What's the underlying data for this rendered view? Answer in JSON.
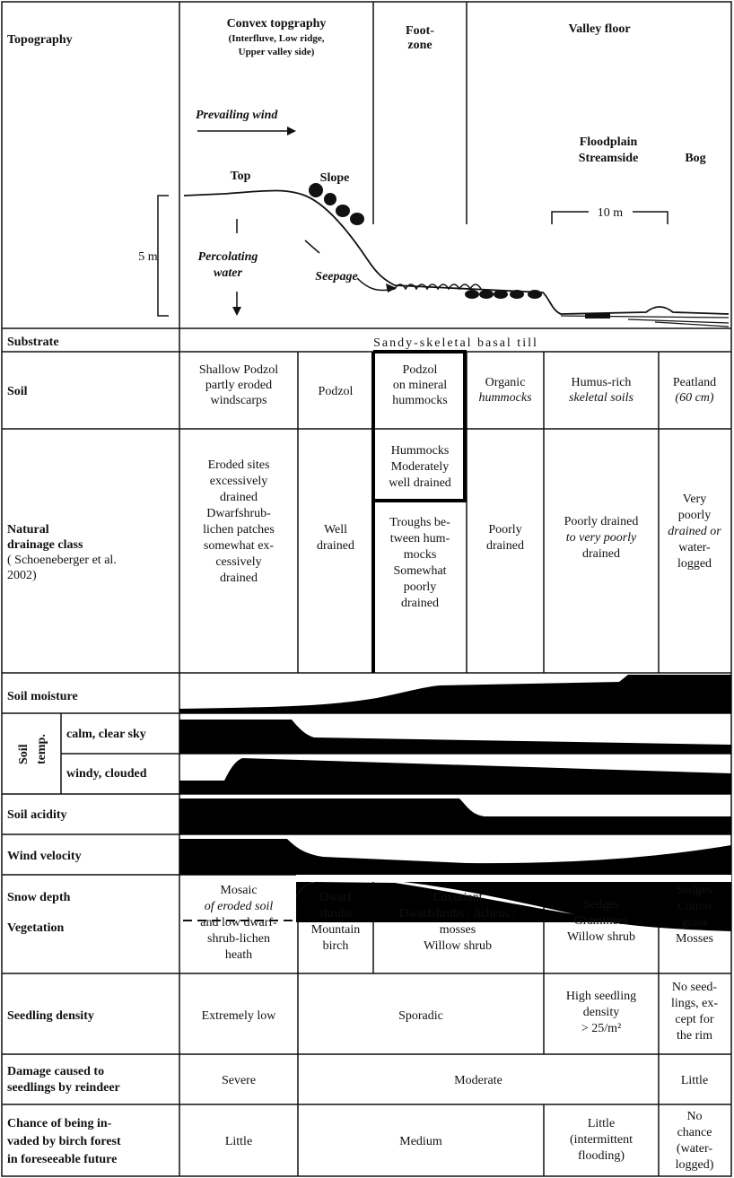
{
  "topography": {
    "label": "Topography",
    "convex_title": "Convex topgraphy",
    "convex_sub1": "(Interfluve, Low ridge,",
    "convex_sub2": "Upper valley side)",
    "footzone1": "Foot-",
    "footzone2": "zone",
    "valley_floor": "Valley floor",
    "prevailing_wind": "Prevailing wind",
    "floodplain": "Floodplain",
    "streamside": "Streamside",
    "bog": "Bog",
    "top": "Top",
    "slope": "Slope",
    "scale_5m": "5 m",
    "scale_10m": "10 m",
    "percolating1": "Percolating",
    "percolating2": "water",
    "seepage": "Seepage"
  },
  "substrate": {
    "label": "Substrate",
    "value": "Sandy-skeletal basal till"
  },
  "soil": {
    "label": "Soil",
    "c1": [
      "Shallow Podzol",
      "partly eroded",
      "windscarps"
    ],
    "c2": [
      "Podzol"
    ],
    "c3": [
      "Podzol",
      "on mineral",
      "hummocks"
    ],
    "c4": [
      "Organic",
      "hummocks"
    ],
    "c5": [
      "Humus-rich",
      "skeletal soils"
    ],
    "c6": [
      "Peatland",
      "(60 cm)"
    ]
  },
  "drainage": {
    "label1": "Natural",
    "label2": "drainage class",
    "label3": "( Schoeneberger et al.",
    "label4": "2002)",
    "c1": [
      "Eroded sites",
      "excessively",
      "drained",
      "Dwarfshrub-",
      "lichen patches",
      "somewhat ex-",
      "cessively",
      "drained"
    ],
    "c2": [
      "Well",
      "drained"
    ],
    "c3a": [
      "Hummocks",
      "Moderately",
      "well drained"
    ],
    "c3b": [
      "Troughs be-",
      "tween hum-",
      "mocks",
      "Somewhat",
      "poorly",
      "drained"
    ],
    "c4": [
      "Poorly",
      "drained"
    ],
    "c5": [
      "Poorly drained",
      "to very poorly",
      "drained"
    ],
    "c6": [
      "Very",
      "poorly",
      "drained or",
      "water-",
      "logged"
    ]
  },
  "soil_moisture": {
    "label": "Soil moisture"
  },
  "soil_temp": {
    "label1": "Soil",
    "label2": "temp.",
    "calm": "calm, clear sky",
    "windy": "windy, clouded"
  },
  "soil_acidity": {
    "label": "Soil acidity"
  },
  "wind_velocity": {
    "label": "Wind velocity"
  },
  "snow_depth": {
    "label": "Snow depth"
  },
  "vegetation": {
    "label": "Vegetation",
    "c1": [
      "Mosaic",
      "of eroded soil",
      "and low dwarf-",
      "shrub-lichen",
      "heath"
    ],
    "c2": [
      "Dwarf",
      "shrubs",
      "Mountain",
      "birch"
    ],
    "c3": [
      "Luxuriant",
      "Dwarfshrubs / lichens /",
      "mosses",
      "Willow shrub"
    ],
    "c5": [
      "Sedges",
      "Graminees",
      "Willow shrub"
    ],
    "c6": [
      "Sedges",
      "Cotton",
      "grass",
      "Mosses"
    ]
  },
  "seedling": {
    "label": "Seedling density",
    "c1": "Extremely low",
    "c2": "Sporadic",
    "c5": [
      "High seedling",
      "density",
      "> 25/m²"
    ],
    "c6": [
      "No seed-",
      "lings, ex-",
      "cept for",
      "the rim"
    ]
  },
  "damage": {
    "label1": "Damage caused to",
    "label2": "seedlings by reindeer",
    "c1": "Severe",
    "c2": "Moderate",
    "c6": "Little"
  },
  "chance": {
    "label1": "Chance of being in-",
    "label2": "vaded by birch forest",
    "label3": "in foreseeable future",
    "c1": "Little",
    "c2": "Medium",
    "c5": [
      "Little",
      "(intermittent",
      "flooding)"
    ],
    "c6": [
      "No",
      "chance",
      "(water-",
      "logged)"
    ]
  }
}
